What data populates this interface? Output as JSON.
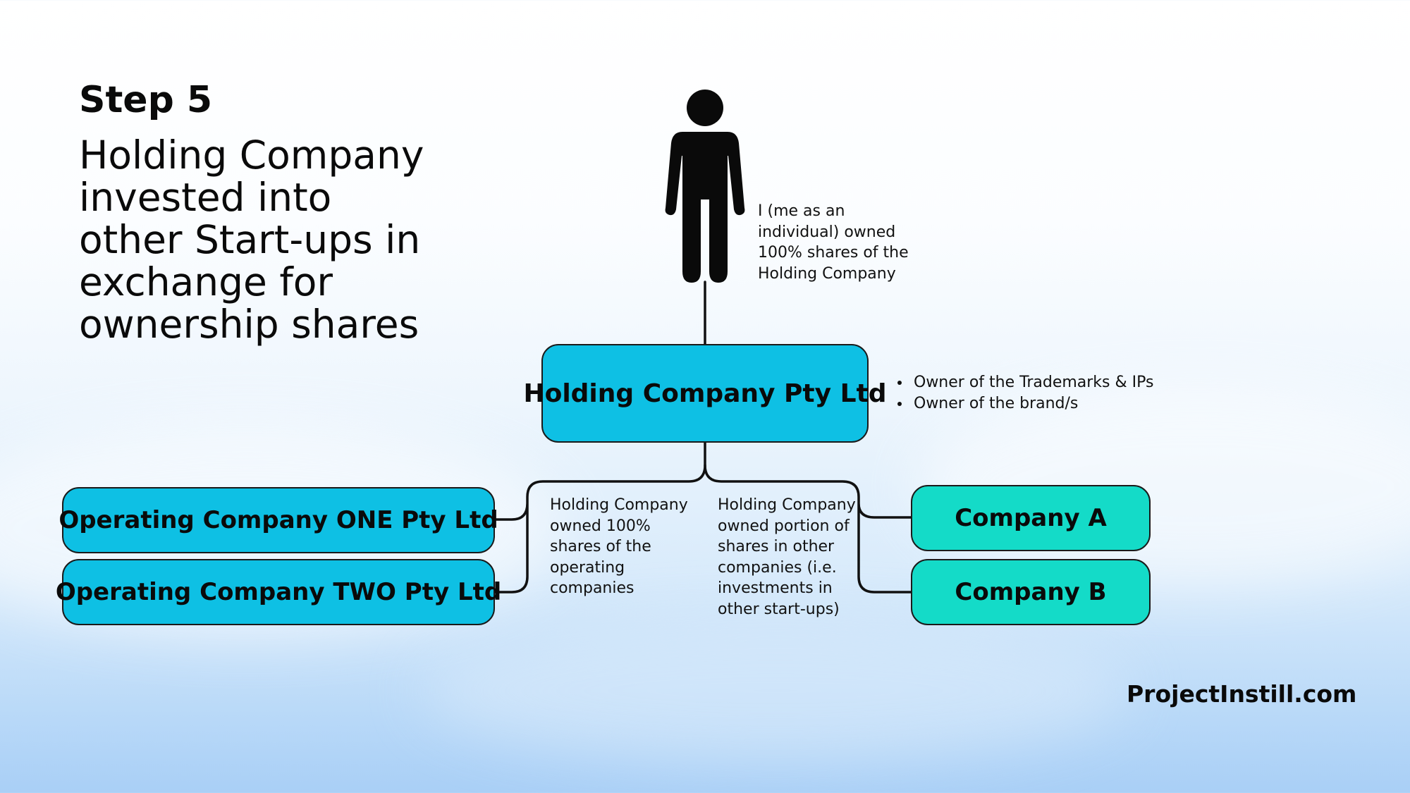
{
  "slide": {
    "step_label": "Step 5",
    "heading": "Holding Company invested into other Start-ups in exchange for ownership shares"
  },
  "person_note": "I (me as an individual) owned 100% shares of the Holding Company",
  "holding_company": {
    "label": "Holding Company Pty Ltd",
    "bullets": [
      "Owner of the Trademarks & IPs",
      "Owner of the brand/s"
    ]
  },
  "operating_companies": [
    {
      "label": "Operating Company ONE Pty Ltd"
    },
    {
      "label": "Operating Company TWO Pty Ltd"
    }
  ],
  "operating_note": "Holding Company owned 100% shares of the operating companies",
  "investment_companies": [
    {
      "label": "Company A"
    },
    {
      "label": "Company B"
    }
  ],
  "investment_note": "Holding Company owned portion of shares in other companies (i.e. investments in other start-ups)",
  "brand": "ProjectInstill.com",
  "colors": {
    "holding_and_operating": "#0ec0e4",
    "investments": "#14dbc8",
    "lines": "#111111"
  },
  "icons": {
    "owner": "person-icon"
  }
}
